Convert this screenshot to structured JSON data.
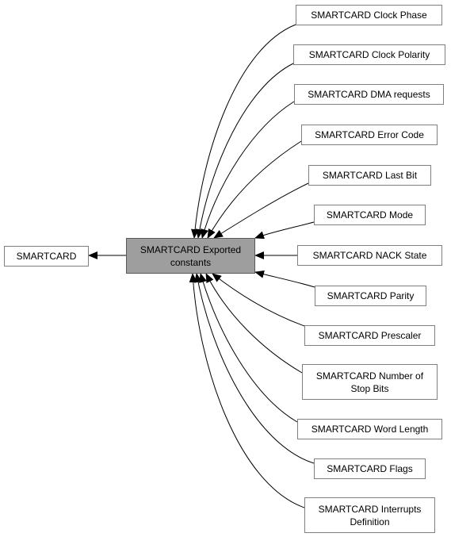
{
  "diagram": {
    "parent": {
      "label": "SMARTCARD"
    },
    "center": {
      "label": "SMARTCARD Exported\nconstants"
    },
    "children": [
      {
        "label": "SMARTCARD Clock Phase"
      },
      {
        "label": "SMARTCARD Clock Polarity"
      },
      {
        "label": "SMARTCARD DMA requests"
      },
      {
        "label": "SMARTCARD Error Code"
      },
      {
        "label": "SMARTCARD Last Bit"
      },
      {
        "label": "SMARTCARD Mode"
      },
      {
        "label": "SMARTCARD NACK State"
      },
      {
        "label": "SMARTCARD Parity"
      },
      {
        "label": "SMARTCARD Prescaler"
      },
      {
        "label": "SMARTCARD Number of\nStop Bits"
      },
      {
        "label": "SMARTCARD Word Length"
      },
      {
        "label": "SMARTCARD Flags"
      },
      {
        "label": "SMARTCARD Interrupts\nDefinition"
      }
    ]
  },
  "colors": {
    "center_fill": "#9e9e9e",
    "node_border": "#7f7f7f",
    "edge": "#000000"
  }
}
